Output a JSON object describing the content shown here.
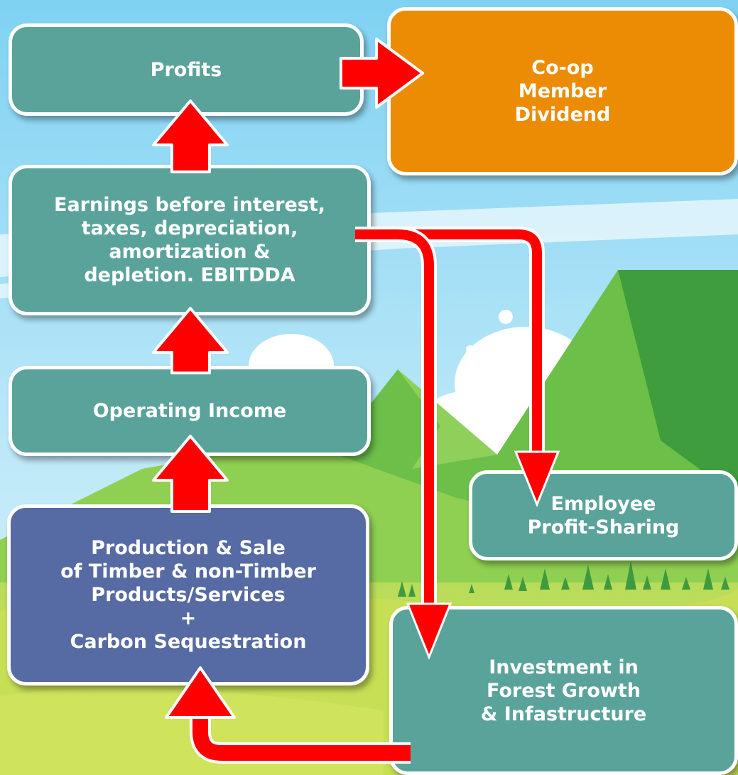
{
  "boxes": {
    "profits": "Profits",
    "dividend": "Co-op\nMember\nDividend",
    "ebitdda": "Earnings before interest,\ntaxes, depreciation,\namortization &\ndepletion. EBITDDA",
    "operating_income": "Operating Income",
    "production": "Production & Sale\nof Timber & non-Timber\nProducts/Services\n+\nCarbon Sequestration",
    "employee": "Employee\nProfit-Sharing",
    "investment": "Investment in\nForest Growth\n& Infastructure"
  },
  "colors": {
    "teal": "#5aa39a",
    "orange": "#eb8c04",
    "blue": "#566aa3",
    "arrow": "#ff0000",
    "sky": "#8fd8f5"
  }
}
